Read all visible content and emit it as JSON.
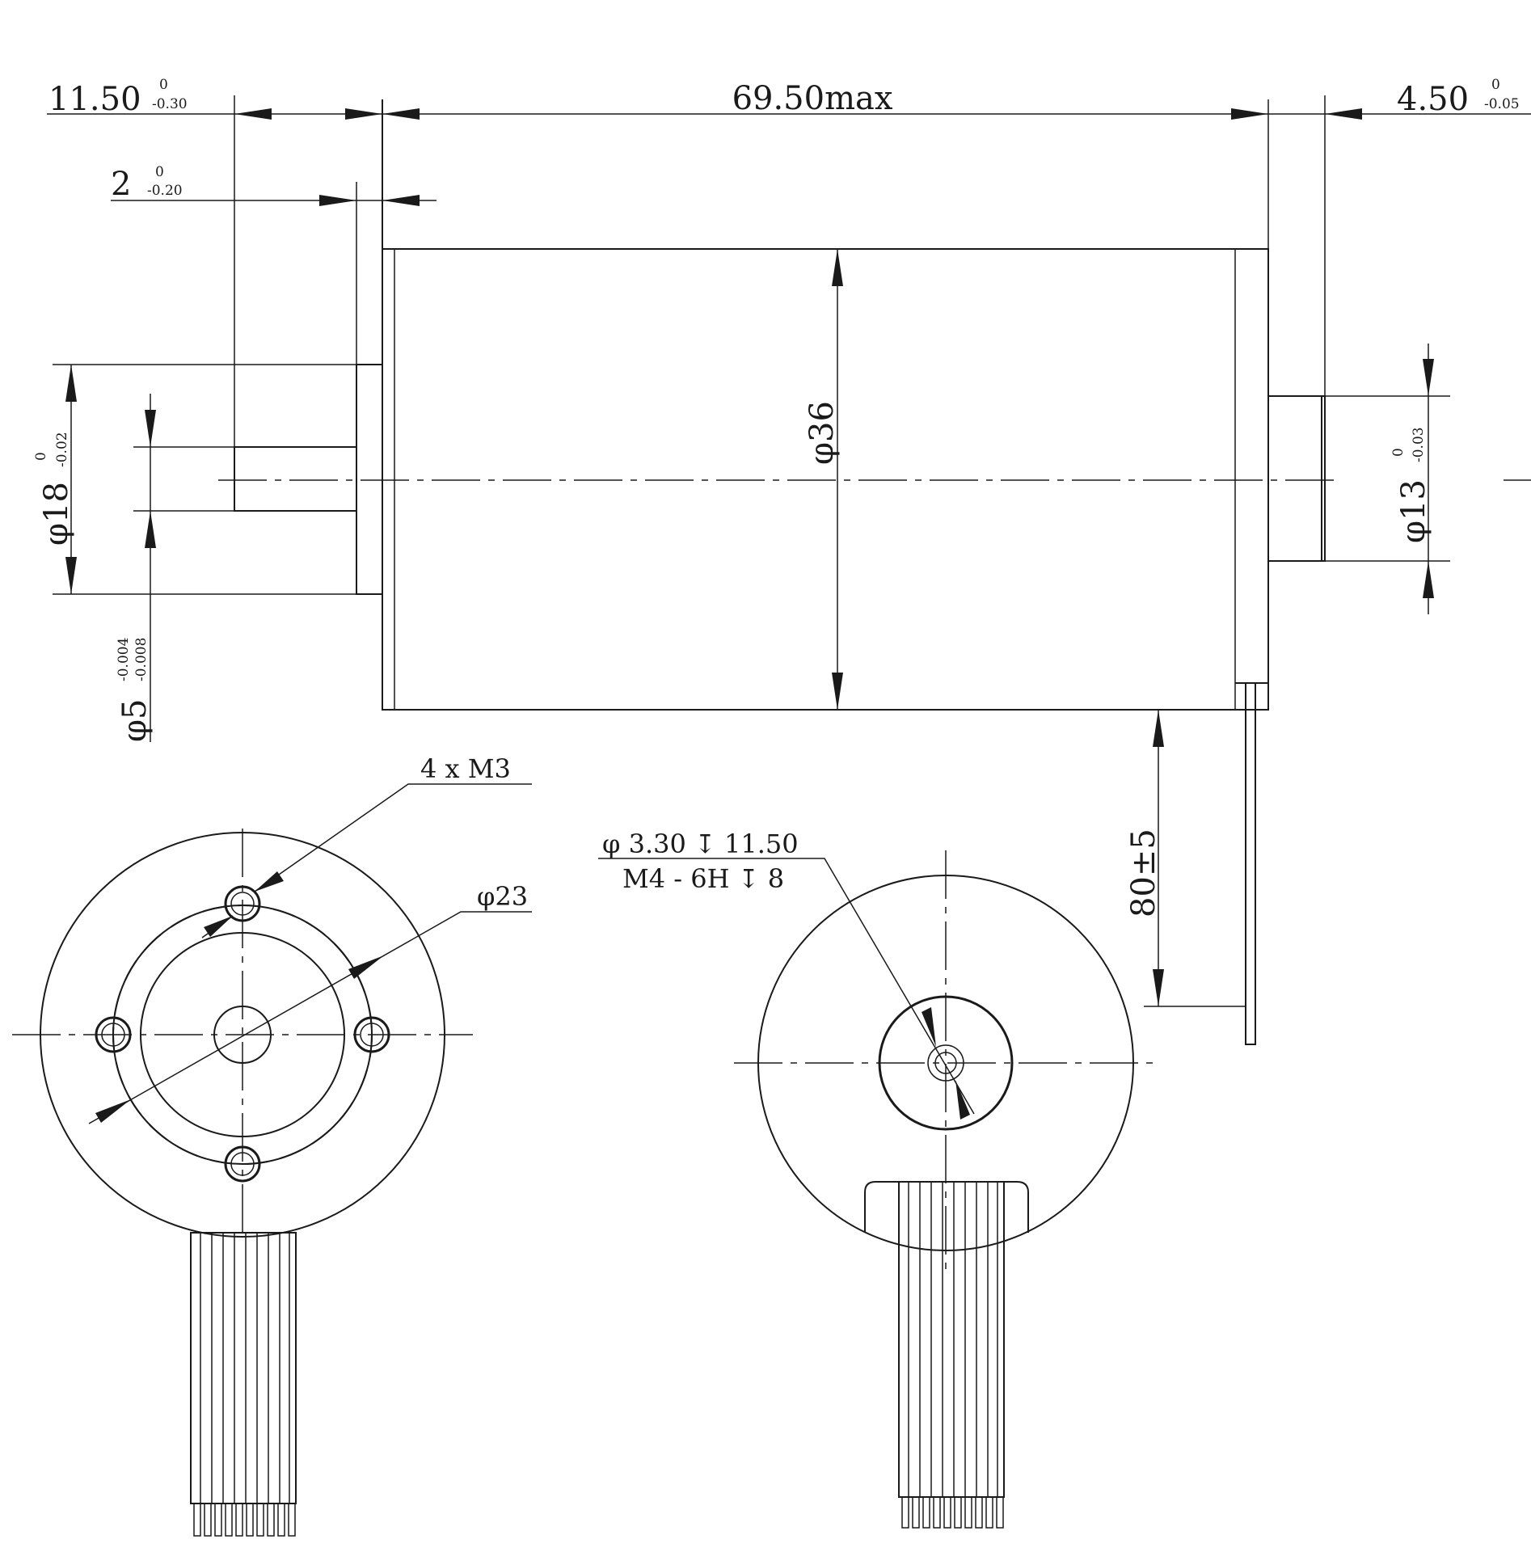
{
  "side_view": {
    "dim_overall_length": "69.50max",
    "dim_front_shaft": {
      "nominal": "11.50",
      "upper": "0",
      "lower": "-0.30"
    },
    "dim_flange": {
      "nominal": "2",
      "upper": "0",
      "lower": "-0.20"
    },
    "dim_rear_shaft": {
      "nominal": "4.50",
      "upper": "0",
      "lower": "-0.05"
    },
    "dim_pilot_diameter": {
      "nominal": "φ18",
      "upper": "0",
      "lower": "-0.02"
    },
    "dim_shaft_diameter": {
      "nominal": "φ5",
      "upper": "-0.004",
      "lower": "-0.008"
    },
    "dim_body_diameter": "φ36",
    "dim_rear_boss_diameter": {
      "nominal": "φ13",
      "upper": "0",
      "lower": "-0.03"
    },
    "dim_lead_length": "80±5"
  },
  "front_view": {
    "label_mount_holes": "4 x M3",
    "label_bolt_circle": "φ23"
  },
  "rear_view": {
    "label_hole_line1": "φ 3.30 ↧ 11.50",
    "label_hole_line2": "M4 - 6H ↧ 8"
  }
}
